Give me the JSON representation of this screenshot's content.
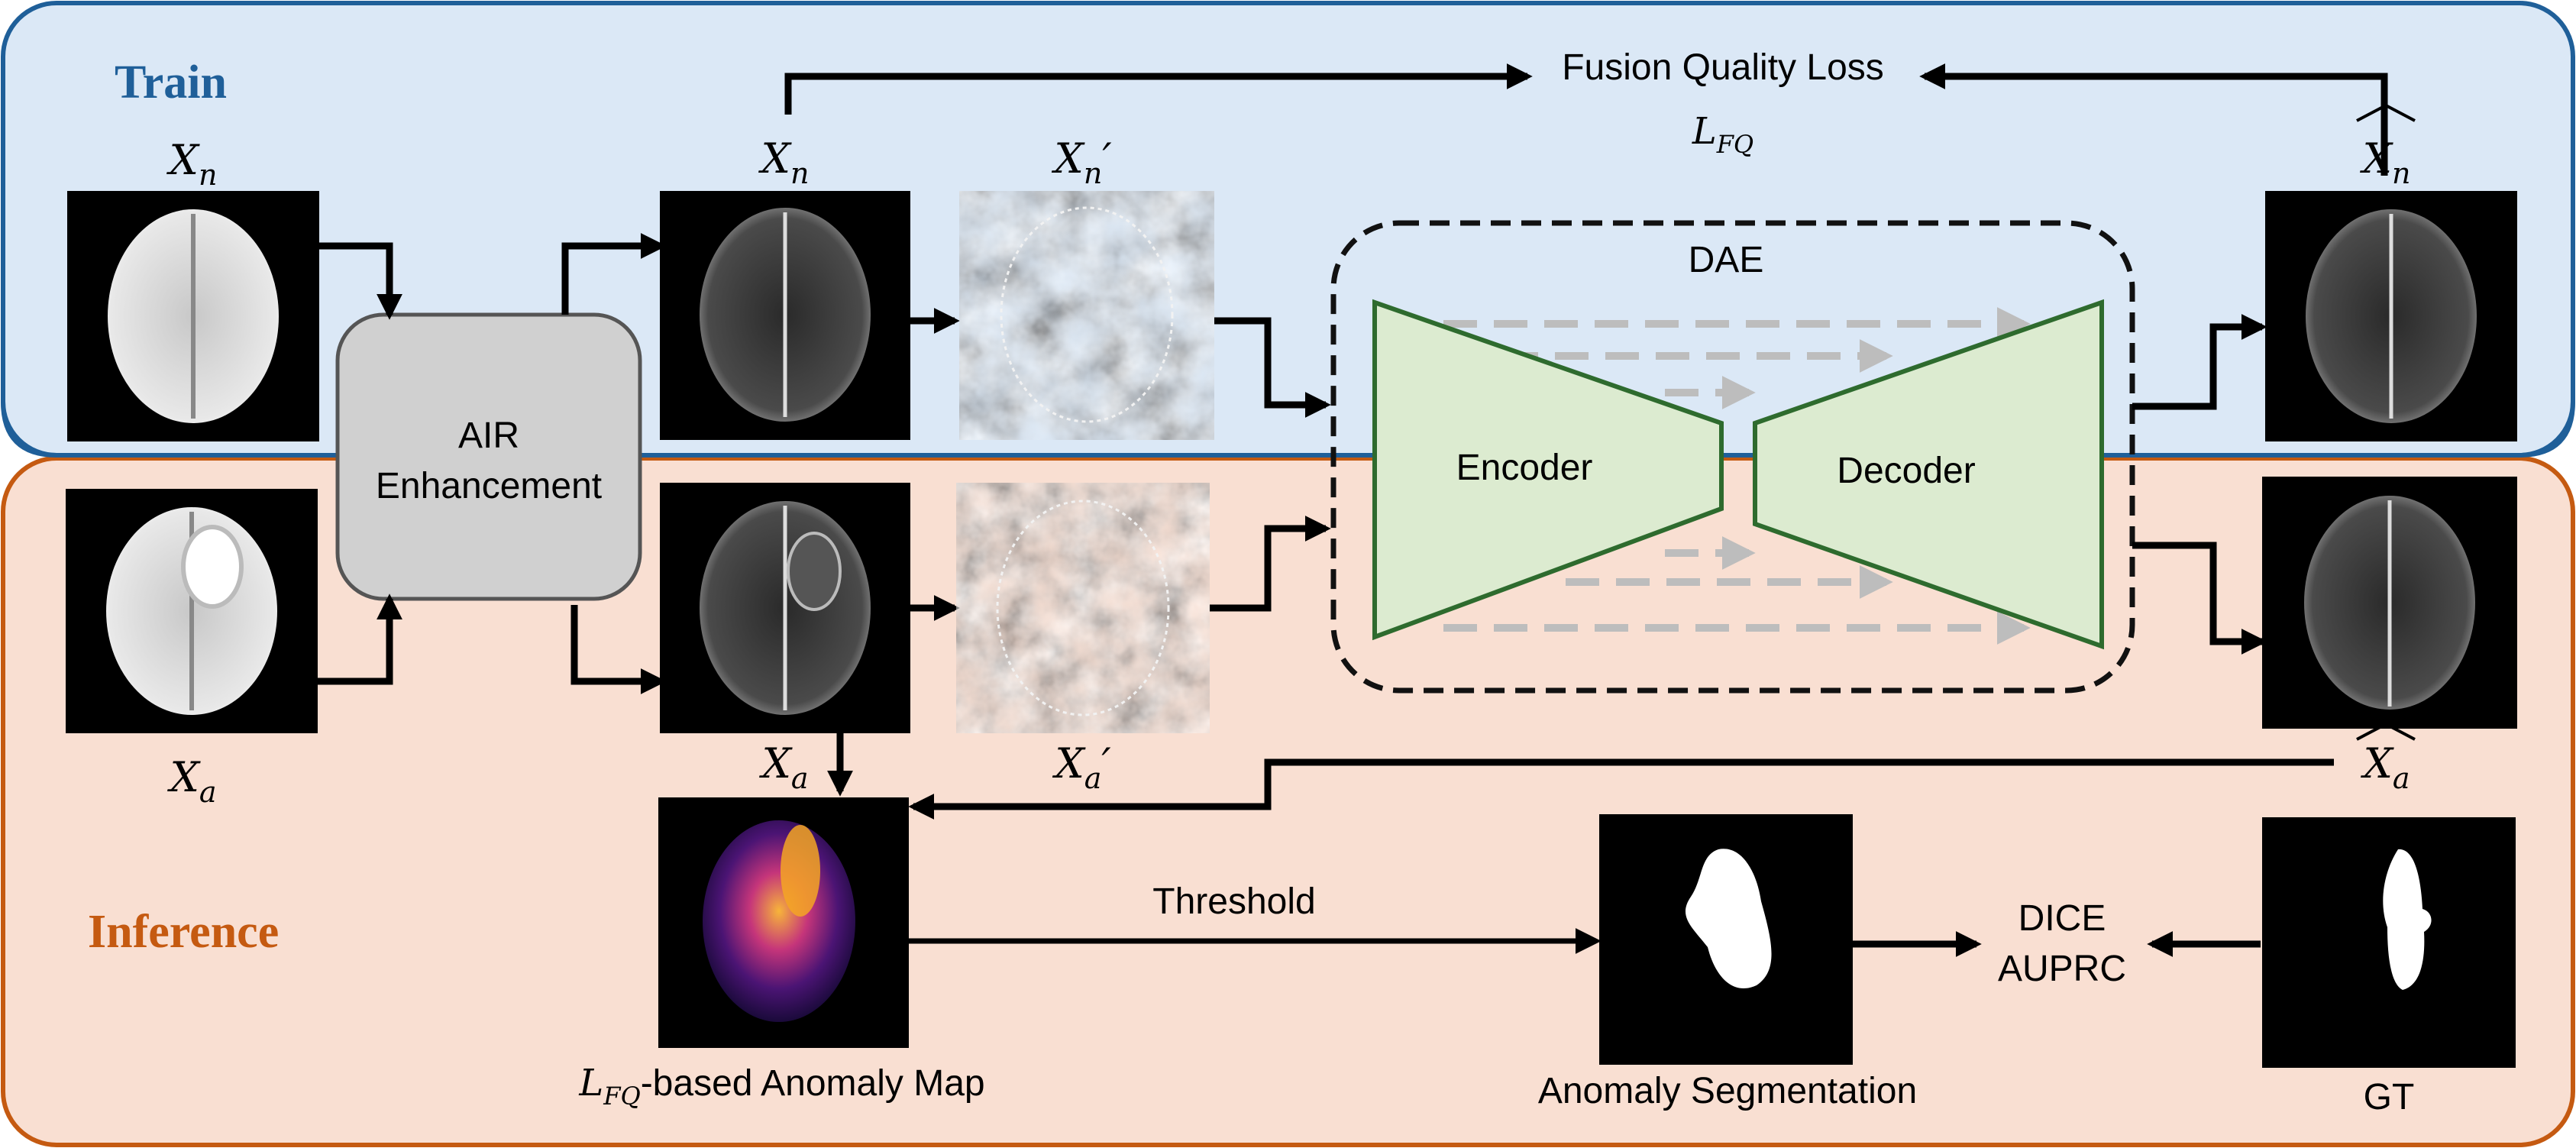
{
  "panels": {
    "train_label": "Train",
    "inference_label": "Inference",
    "train_color": "#1f5f99",
    "inference_color": "#c55a11",
    "train_fill": "#dbe8f6",
    "inference_fill": "#f9dfd2"
  },
  "loss": {
    "title": "Fusion Quality Loss",
    "symbol_base": "L",
    "symbol_sub": "FQ"
  },
  "labels": {
    "xn_base": "X",
    "xn_sub": "n",
    "xa_base": "X",
    "xa_sub": "a",
    "prime": "′"
  },
  "blocks": {
    "air": [
      "AIR",
      "Enhancement"
    ],
    "dae": "DAE",
    "encoder": "Encoder",
    "decoder": "Decoder"
  },
  "bottom": {
    "threshold": "Threshold",
    "metrics": [
      "DICE",
      "AUPRC"
    ],
    "anomaly_map_suffix": "-based Anomaly Map",
    "segmentation": "Anomaly Segmentation",
    "gt": "GT"
  },
  "colors": {
    "air_fill": "#d0d0d0",
    "ae_fill": "#dcebd0",
    "ae_stroke": "#2e6b2e",
    "skip": "#bdbdbd"
  }
}
